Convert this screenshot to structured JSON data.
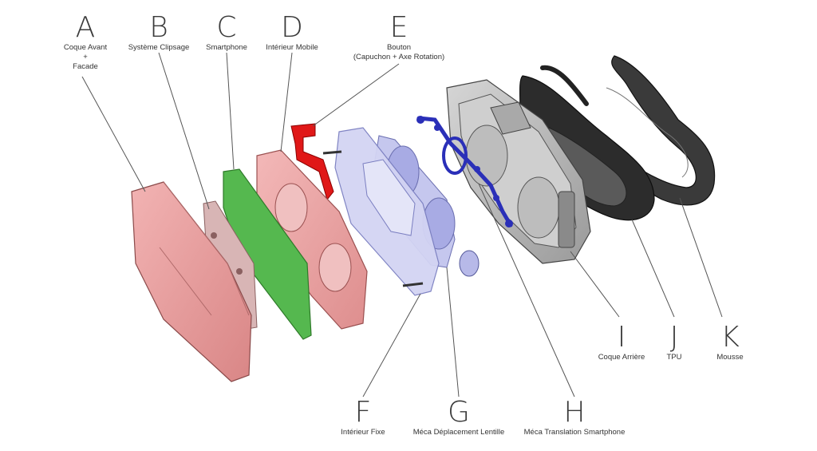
{
  "title": "Exploded view - VR headset",
  "colors": {
    "front_shell": "#e89a9a",
    "smartphone": "#55b84f",
    "mobile_interior": "#e8a0a0",
    "button": "#e01818",
    "fixed_interior": "#b7b9e8",
    "translation_mech": "#2a2fb8",
    "rear_shell": "#b9b9b9",
    "strap": "#2c2c2c",
    "leader": "#555555"
  },
  "parts": {
    "A": {
      "letter": "A",
      "lines": [
        "Coque Avant",
        "+",
        "Facade"
      ]
    },
    "B": {
      "letter": "B",
      "lines": [
        "Système Clipsage"
      ]
    },
    "C": {
      "letter": "C",
      "lines": [
        "Smartphone"
      ]
    },
    "D": {
      "letter": "D",
      "lines": [
        "Intérieur Mobile"
      ]
    },
    "E": {
      "letter": "E",
      "lines": [
        "Bouton",
        "(Capuchon + Axe Rotation)"
      ]
    },
    "F": {
      "letter": "F",
      "lines": [
        "Intérieur Fixe"
      ]
    },
    "G": {
      "letter": "G",
      "lines": [
        "Méca Déplacement Lentille"
      ]
    },
    "H": {
      "letter": "H",
      "lines": [
        "Méca Translation Smartphone"
      ]
    },
    "I": {
      "letter": "I",
      "lines": [
        "Coque Arrière"
      ]
    },
    "J": {
      "letter": "J",
      "lines": [
        "TPU"
      ]
    },
    "K": {
      "letter": "K",
      "lines": [
        "Mousse"
      ]
    }
  }
}
